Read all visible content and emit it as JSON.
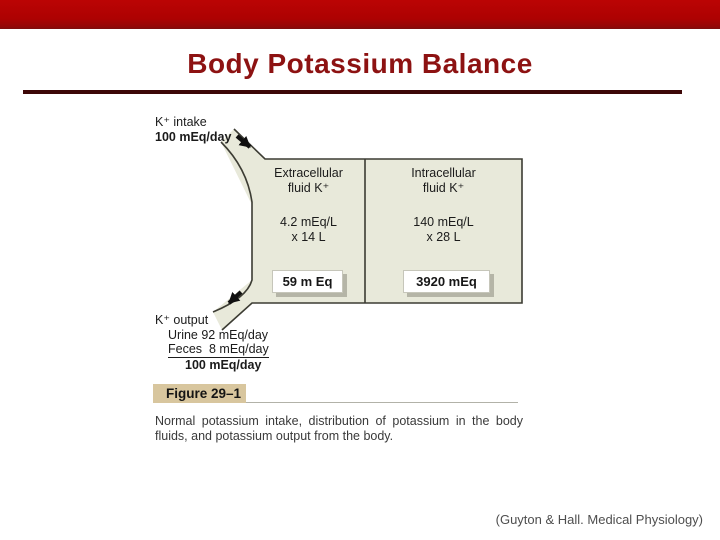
{
  "header": {
    "title": "Body Potassium Balance"
  },
  "figure": {
    "intake": {
      "line1": "K⁺ intake",
      "line2": "100 mEq/day"
    },
    "compartments": [
      {
        "name1": "Extracellular",
        "name2": "fluid K⁺",
        "conc": "4.2 mEq/L",
        "volume": "x 14 L",
        "total": "59 m Eq"
      },
      {
        "name1": "Intracellular",
        "name2": "fluid K⁺",
        "conc": "140 mEq/L",
        "volume": "x 28 L",
        "total": "3920 mEq"
      }
    ],
    "output": {
      "label": "K⁺ output",
      "urine": "Urine 92 mEq/day",
      "feces": "Feces  8 mEq/day",
      "total": "100 mEq/day"
    },
    "figure_number": "Figure 29–1",
    "caption": {
      "line1": "Normal potassium intake, distribution of potassium in the body",
      "line2": "fluids, and potassium output from the body."
    }
  },
  "footer": {
    "credit": "(Guyton & Hall. Medical Physiology)"
  },
  "colors": {
    "top_bar_red": "#ad0202",
    "title_red": "#8d1212",
    "rule_maroon": "#3d0707",
    "diagram_fill": "#e8e9da",
    "diagram_stroke": "#3c3c33",
    "figure_label_tan": "#d8c69e"
  }
}
